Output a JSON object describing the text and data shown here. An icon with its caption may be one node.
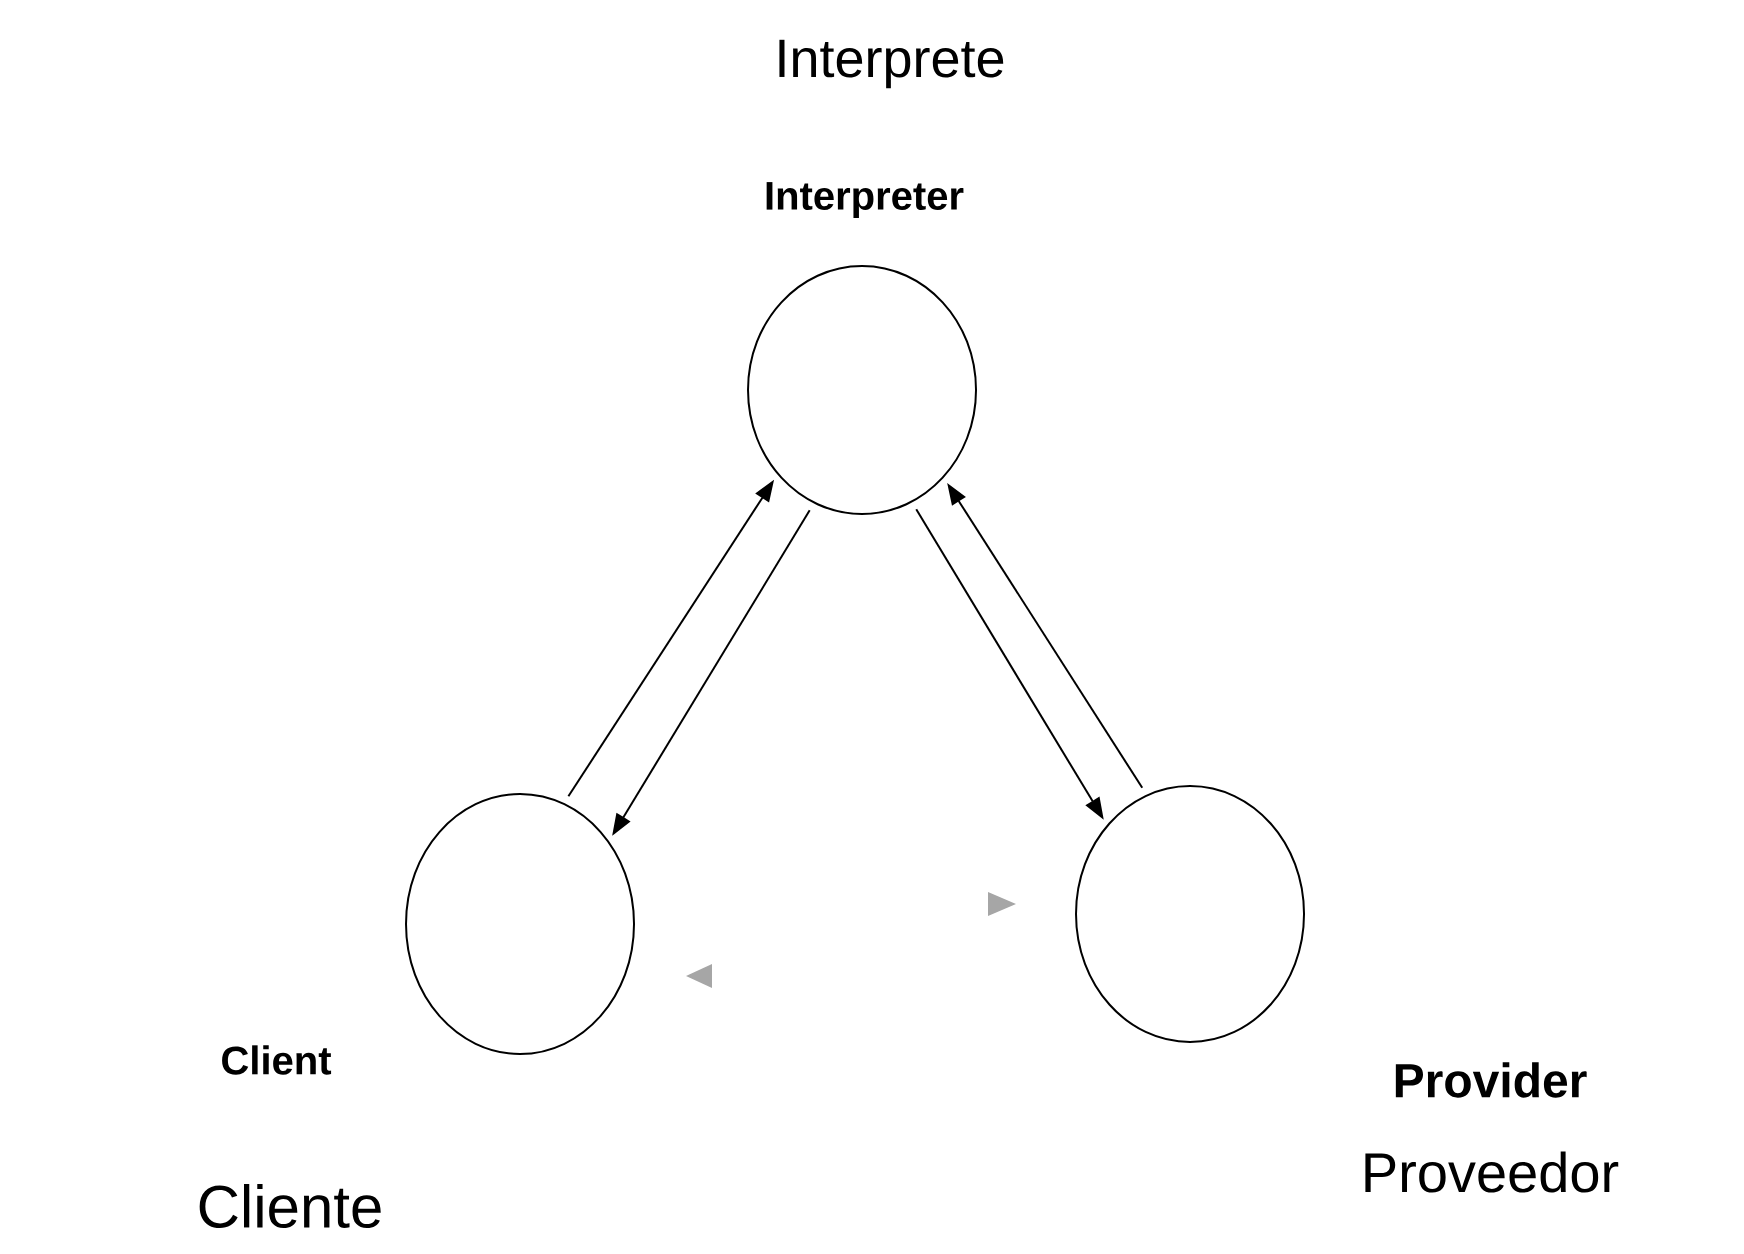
{
  "diagram": {
    "nodes": [
      {
        "text": [
          "Interprete",
          "Interpreter"
        ]
      },
      {
        "text": [
          "Client",
          "Cliente"
        ]
      },
      {
        "text": [
          "Provider",
          "Proveedor"
        ]
      }
    ],
    "edges": [
      {
        "from": 1,
        "to": 0,
        "arrow": "to"
      },
      {
        "from": 0,
        "to": 1,
        "arrow": "to"
      },
      {
        "from": 0,
        "to": 2,
        "arrow": "to"
      },
      {
        "from": 2,
        "to": 0,
        "arrow": "to"
      }
    ]
  }
}
